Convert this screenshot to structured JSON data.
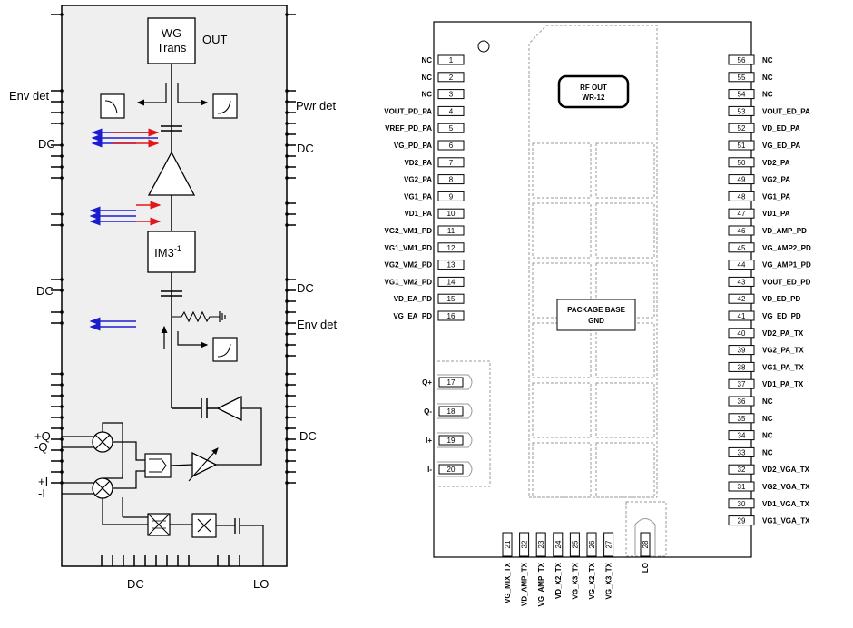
{
  "block_diagram": {
    "wg_trans_line1": "WG",
    "wg_trans_line2": "Trans",
    "im3_label": "IM3",
    "im3_superscript": "-1",
    "labels": {
      "out": "OUT",
      "env_det_top": "Env det",
      "pwr_det": "Pwr det",
      "dc_left_1": "DC",
      "dc_right_1": "DC",
      "dc_left_2": "DC",
      "dc_right_2": "DC",
      "env_det_right": "Env det",
      "dc_right_3": "DC",
      "plus_q": "+Q",
      "minus_q": "-Q",
      "plus_i": "+I",
      "minus_i": "-I",
      "dc_bottom": "DC",
      "lo_bottom": "LO"
    },
    "colors": {
      "panel": "#efefef",
      "blue_arrow": "#1b1bd0",
      "red_arrow": "#e01818"
    }
  },
  "package": {
    "rf_out_line1": "RF OUT",
    "rf_out_line2": "WR-12",
    "package_base_line1": "PACKAGE BASE",
    "package_base_line2": "GND",
    "left_pins": [
      {
        "num": "1",
        "name": "NC"
      },
      {
        "num": "2",
        "name": "NC"
      },
      {
        "num": "3",
        "name": "NC"
      },
      {
        "num": "4",
        "name": "VOUT_PD_PA"
      },
      {
        "num": "5",
        "name": "VREF_PD_PA"
      },
      {
        "num": "6",
        "name": "VG_PD_PA"
      },
      {
        "num": "7",
        "name": "VD2_PA"
      },
      {
        "num": "8",
        "name": "VG2_PA"
      },
      {
        "num": "9",
        "name": "VG1_PA"
      },
      {
        "num": "10",
        "name": "VD1_PA"
      },
      {
        "num": "11",
        "name": "VG2_VM1_PD"
      },
      {
        "num": "12",
        "name": "VG1_VM1_PD"
      },
      {
        "num": "13",
        "name": "VG2_VM2_PD"
      },
      {
        "num": "14",
        "name": "VG1_VM2_PD"
      },
      {
        "num": "15",
        "name": "VD_EA_PD"
      },
      {
        "num": "16",
        "name": "VG_EA_PD"
      }
    ],
    "iq_pins": [
      {
        "num": "17",
        "name": "Q+"
      },
      {
        "num": "18",
        "name": "Q-"
      },
      {
        "num": "19",
        "name": "I+"
      },
      {
        "num": "20",
        "name": "I-"
      }
    ],
    "right_pins": [
      {
        "num": "56",
        "name": "NC"
      },
      {
        "num": "55",
        "name": "NC"
      },
      {
        "num": "54",
        "name": "NC"
      },
      {
        "num": "53",
        "name": "VOUT_ED_PA"
      },
      {
        "num": "52",
        "name": "VD_ED_PA"
      },
      {
        "num": "51",
        "name": "VG_ED_PA"
      },
      {
        "num": "50",
        "name": "VD2_PA"
      },
      {
        "num": "49",
        "name": "VG2_PA"
      },
      {
        "num": "48",
        "name": "VG1_PA"
      },
      {
        "num": "47",
        "name": "VD1_PA"
      },
      {
        "num": "46",
        "name": "VD_AMP_PD"
      },
      {
        "num": "45",
        "name": "VG_AMP2_PD"
      },
      {
        "num": "44",
        "name": "VG_AMP1_PD"
      },
      {
        "num": "43",
        "name": "VOUT_ED_PD"
      },
      {
        "num": "42",
        "name": "VD_ED_PD"
      },
      {
        "num": "41",
        "name": "VG_ED_PD"
      },
      {
        "num": "40",
        "name": "VD2_PA_TX"
      },
      {
        "num": "39",
        "name": "VG2_PA_TX"
      },
      {
        "num": "38",
        "name": "VG1_PA_TX"
      },
      {
        "num": "37",
        "name": "VD1_PA_TX"
      },
      {
        "num": "36",
        "name": "NC"
      },
      {
        "num": "35",
        "name": "NC"
      },
      {
        "num": "34",
        "name": "NC"
      },
      {
        "num": "33",
        "name": "NC"
      },
      {
        "num": "32",
        "name": "VD2_VGA_TX"
      },
      {
        "num": "31",
        "name": "VG2_VGA_TX"
      },
      {
        "num": "30",
        "name": "VD1_VGA_TX"
      },
      {
        "num": "29",
        "name": "VG1_VGA_TX"
      }
    ],
    "bottom_pins": [
      {
        "num": "21",
        "name": "VG_MIX_TX"
      },
      {
        "num": "22",
        "name": "VD_AMP_TX"
      },
      {
        "num": "23",
        "name": "VG_AMP_TX"
      },
      {
        "num": "24",
        "name": "VD_X2_TX"
      },
      {
        "num": "25",
        "name": "VG_X3_TX"
      },
      {
        "num": "26",
        "name": "VG_X2_TX"
      },
      {
        "num": "27",
        "name": "VG_X3_TX"
      }
    ],
    "lo_pin": {
      "num": "28",
      "name": "LO"
    }
  }
}
